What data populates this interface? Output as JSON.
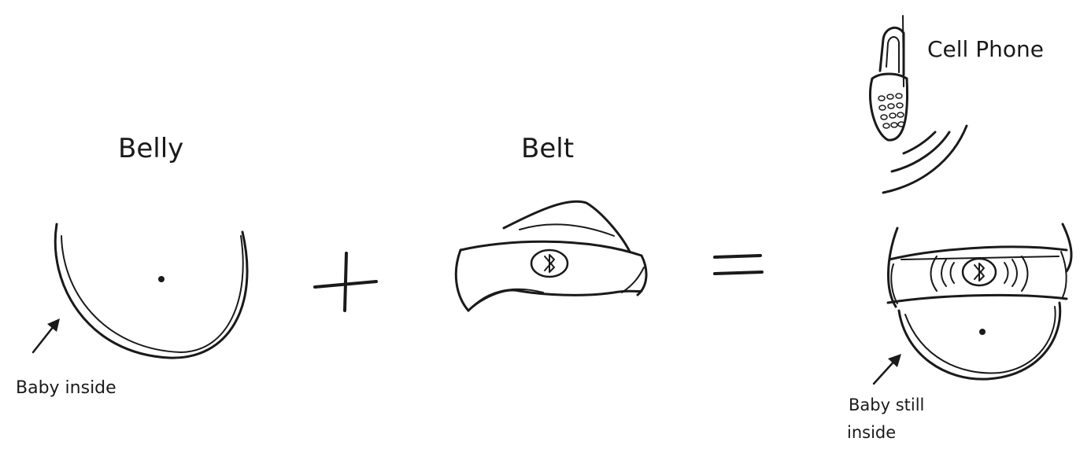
{
  "labels": {
    "belly": "Belly",
    "belt": "Belt",
    "cell_phone": "Cell Phone",
    "baby_inside": "Baby inside",
    "baby_still_line1": "Baby still",
    "baby_still_line2": "inside"
  },
  "operators": {
    "plus": "+",
    "equals": "="
  },
  "colors": {
    "ink": "#1a1a1a",
    "paper": "#ffffff"
  }
}
